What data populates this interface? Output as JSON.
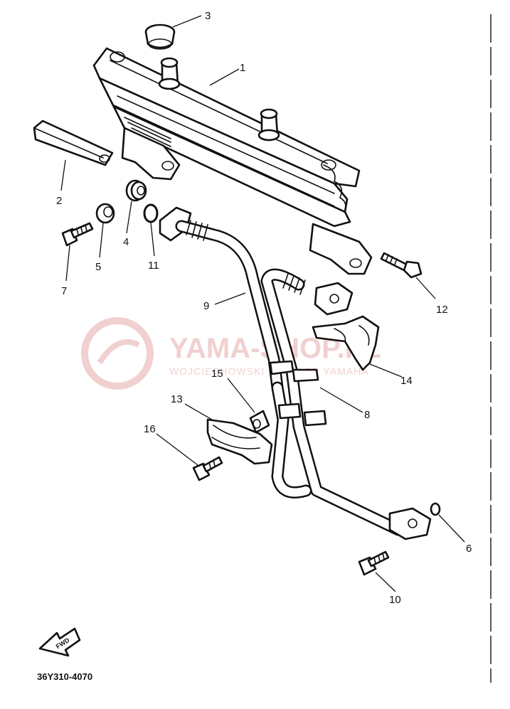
{
  "diagram": {
    "labels": {
      "p1": "1",
      "p2": "2",
      "p3": "3",
      "p4": "4",
      "p5": "5",
      "p6": "6",
      "p7": "7",
      "p8": "8",
      "p9": "9",
      "p10": "10",
      "p11": "11",
      "p12": "12",
      "p13": "13",
      "p14": "14",
      "p15": "15",
      "p16": "16"
    },
    "direction_arrow": "FWD",
    "part_code": "36Y310-4070"
  },
  "watermark": {
    "title": "YAMA-SHOP.PL",
    "subtitle": "WOJCIECHOWSKI - DEALER YAMAHA"
  },
  "colors": {
    "ink": "#111111",
    "watermark": "#f0cccc"
  }
}
